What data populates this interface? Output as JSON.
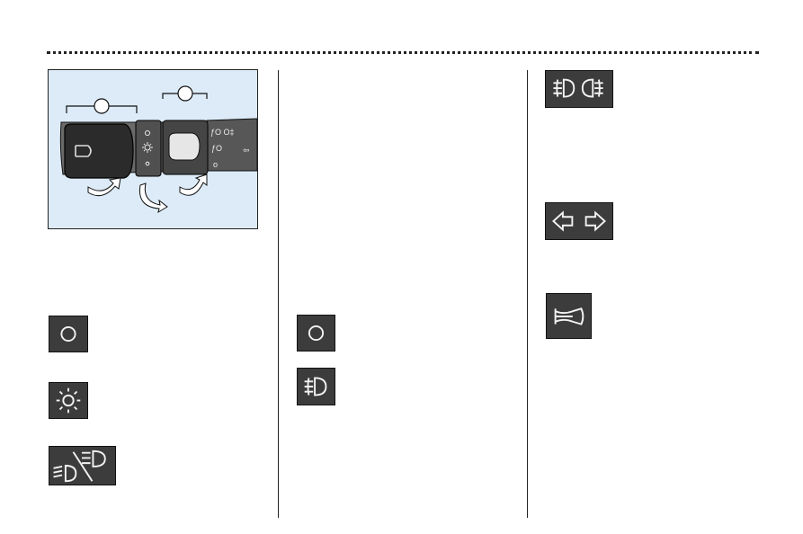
{
  "page": {
    "illustration": {
      "name": "combination-switch-illustration",
      "switch_labels": [
        "ƒO O‡",
        "ƒO",
        "☼",
        "⇦"
      ]
    },
    "column1_icons": [
      "light-off-icon",
      "parking-lamp-icon",
      "headlamp-high-low-icon"
    ],
    "column2_icons": [
      "light-off-icon",
      "front-fog-lamp-icon"
    ],
    "column3_icons": [
      "fog-lamps-icon",
      "turn-signal-icon",
      "horn-icon"
    ]
  }
}
